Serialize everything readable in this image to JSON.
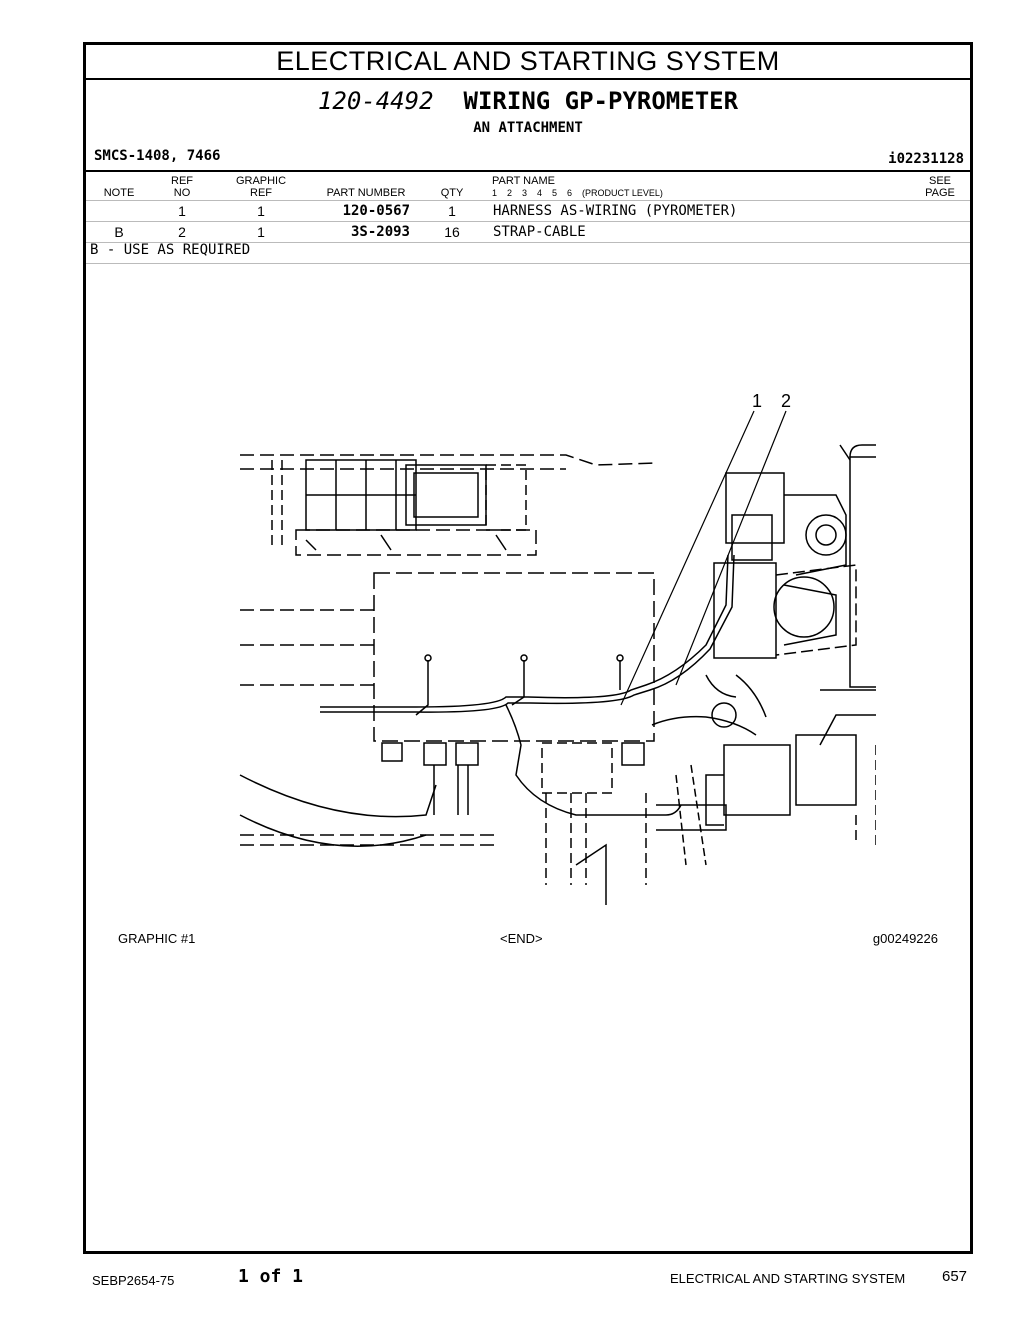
{
  "section_title": "ELECTRICAL AND STARTING SYSTEM",
  "group_number": "120-4492",
  "group_name": "WIRING GP-PYROMETER",
  "subtitle": "AN ATTACHMENT",
  "smcs": "SMCS-1408, 7466",
  "ident": "i02231128",
  "columns": {
    "note": "NOTE",
    "ref_no_1": "REF",
    "ref_no_2": "NO",
    "graphic_ref_1": "GRAPHIC",
    "graphic_ref_2": "REF",
    "part_number": "PART NUMBER",
    "qty": "QTY",
    "part_name": "PART NAME",
    "product_level": "1    2    3    4    5    6    (PRODUCT LEVEL)",
    "see_page_1": "SEE",
    "see_page_2": "PAGE"
  },
  "parts": [
    {
      "note": "",
      "ref_no": "1",
      "graphic_ref": "1",
      "part_number": "120-0567",
      "qty": "1",
      "part_name": "HARNESS AS-WIRING (PYROMETER)"
    },
    {
      "note": "B",
      "ref_no": "2",
      "graphic_ref": "1",
      "part_number": "3S-2093",
      "qty": "16",
      "part_name": "STRAP-CABLE"
    }
  ],
  "note_text": "B - USE AS REQUIRED",
  "callouts": [
    "1",
    "2"
  ],
  "graphic_caption": "GRAPHIC #1",
  "end_marker": "<END>",
  "graphic_id": "g00249226",
  "footer": {
    "doc_number": "SEBP2654-75",
    "page_of": "1 of 1",
    "section": "ELECTRICAL AND STARTING SYSTEM",
    "page_number": "657"
  }
}
